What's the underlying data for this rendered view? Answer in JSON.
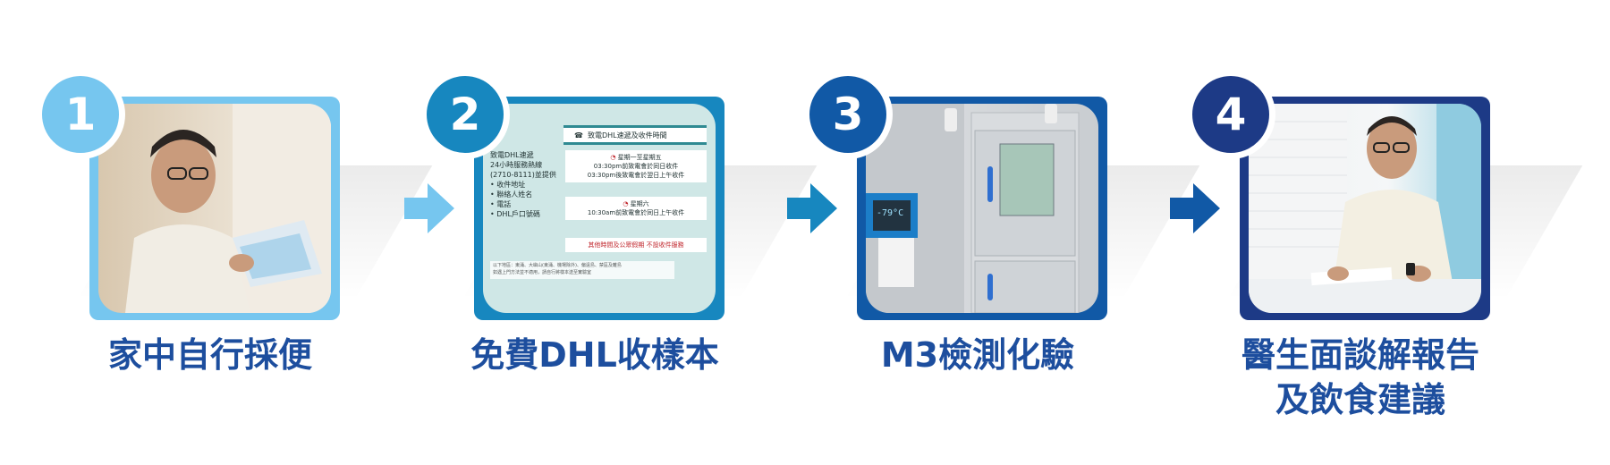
{
  "steps": [
    {
      "number": "1",
      "caption": "家中自行採便",
      "badge_color": "#76c6ef",
      "frame_color": "#76c6ef"
    },
    {
      "number": "2",
      "caption": "免費DHL收樣本",
      "badge_color": "#1787bf",
      "frame_color": "#1787bf"
    },
    {
      "number": "3",
      "caption": "M3檢測化驗",
      "badge_color": "#1159a6",
      "frame_color": "#1159a6"
    },
    {
      "number": "4",
      "caption": "醫生面談解報告\n及飲食建議",
      "badge_color": "#1d3a86",
      "frame_color": "#1d3a86"
    }
  ],
  "arrows": [
    {
      "color": "#76c6ef"
    },
    {
      "color": "#1787bf"
    },
    {
      "color": "#1159a6"
    }
  ],
  "info_card": {
    "header": "致電DHL速遞及收件時間",
    "left_text": "致電DHL速遞\n24小時服務熱線\n(2710-8111)並提供\n•  收件地址\n•  聯絡人姓名\n•  電話\n•  DHL戶口號碼",
    "weekday_title": "星期一至星期五",
    "weekday_line1": "03:30pm前致電會於同日收件",
    "weekday_line2": "03:30pm後致電會於翌日上午收件",
    "saturday_title": "星期六",
    "saturday_line1": "10:30am前致電會於同日上午收件",
    "red_note": "其他時間及公眾假期 不設收件服務",
    "footnote": "以下地區：東涌、大嶼山(東涌、機場除外)、偏遠島、禁區及離島\n如遇上門方法並不適用，請自行將樣本送至實驗室"
  },
  "lab_display": "-79°C"
}
